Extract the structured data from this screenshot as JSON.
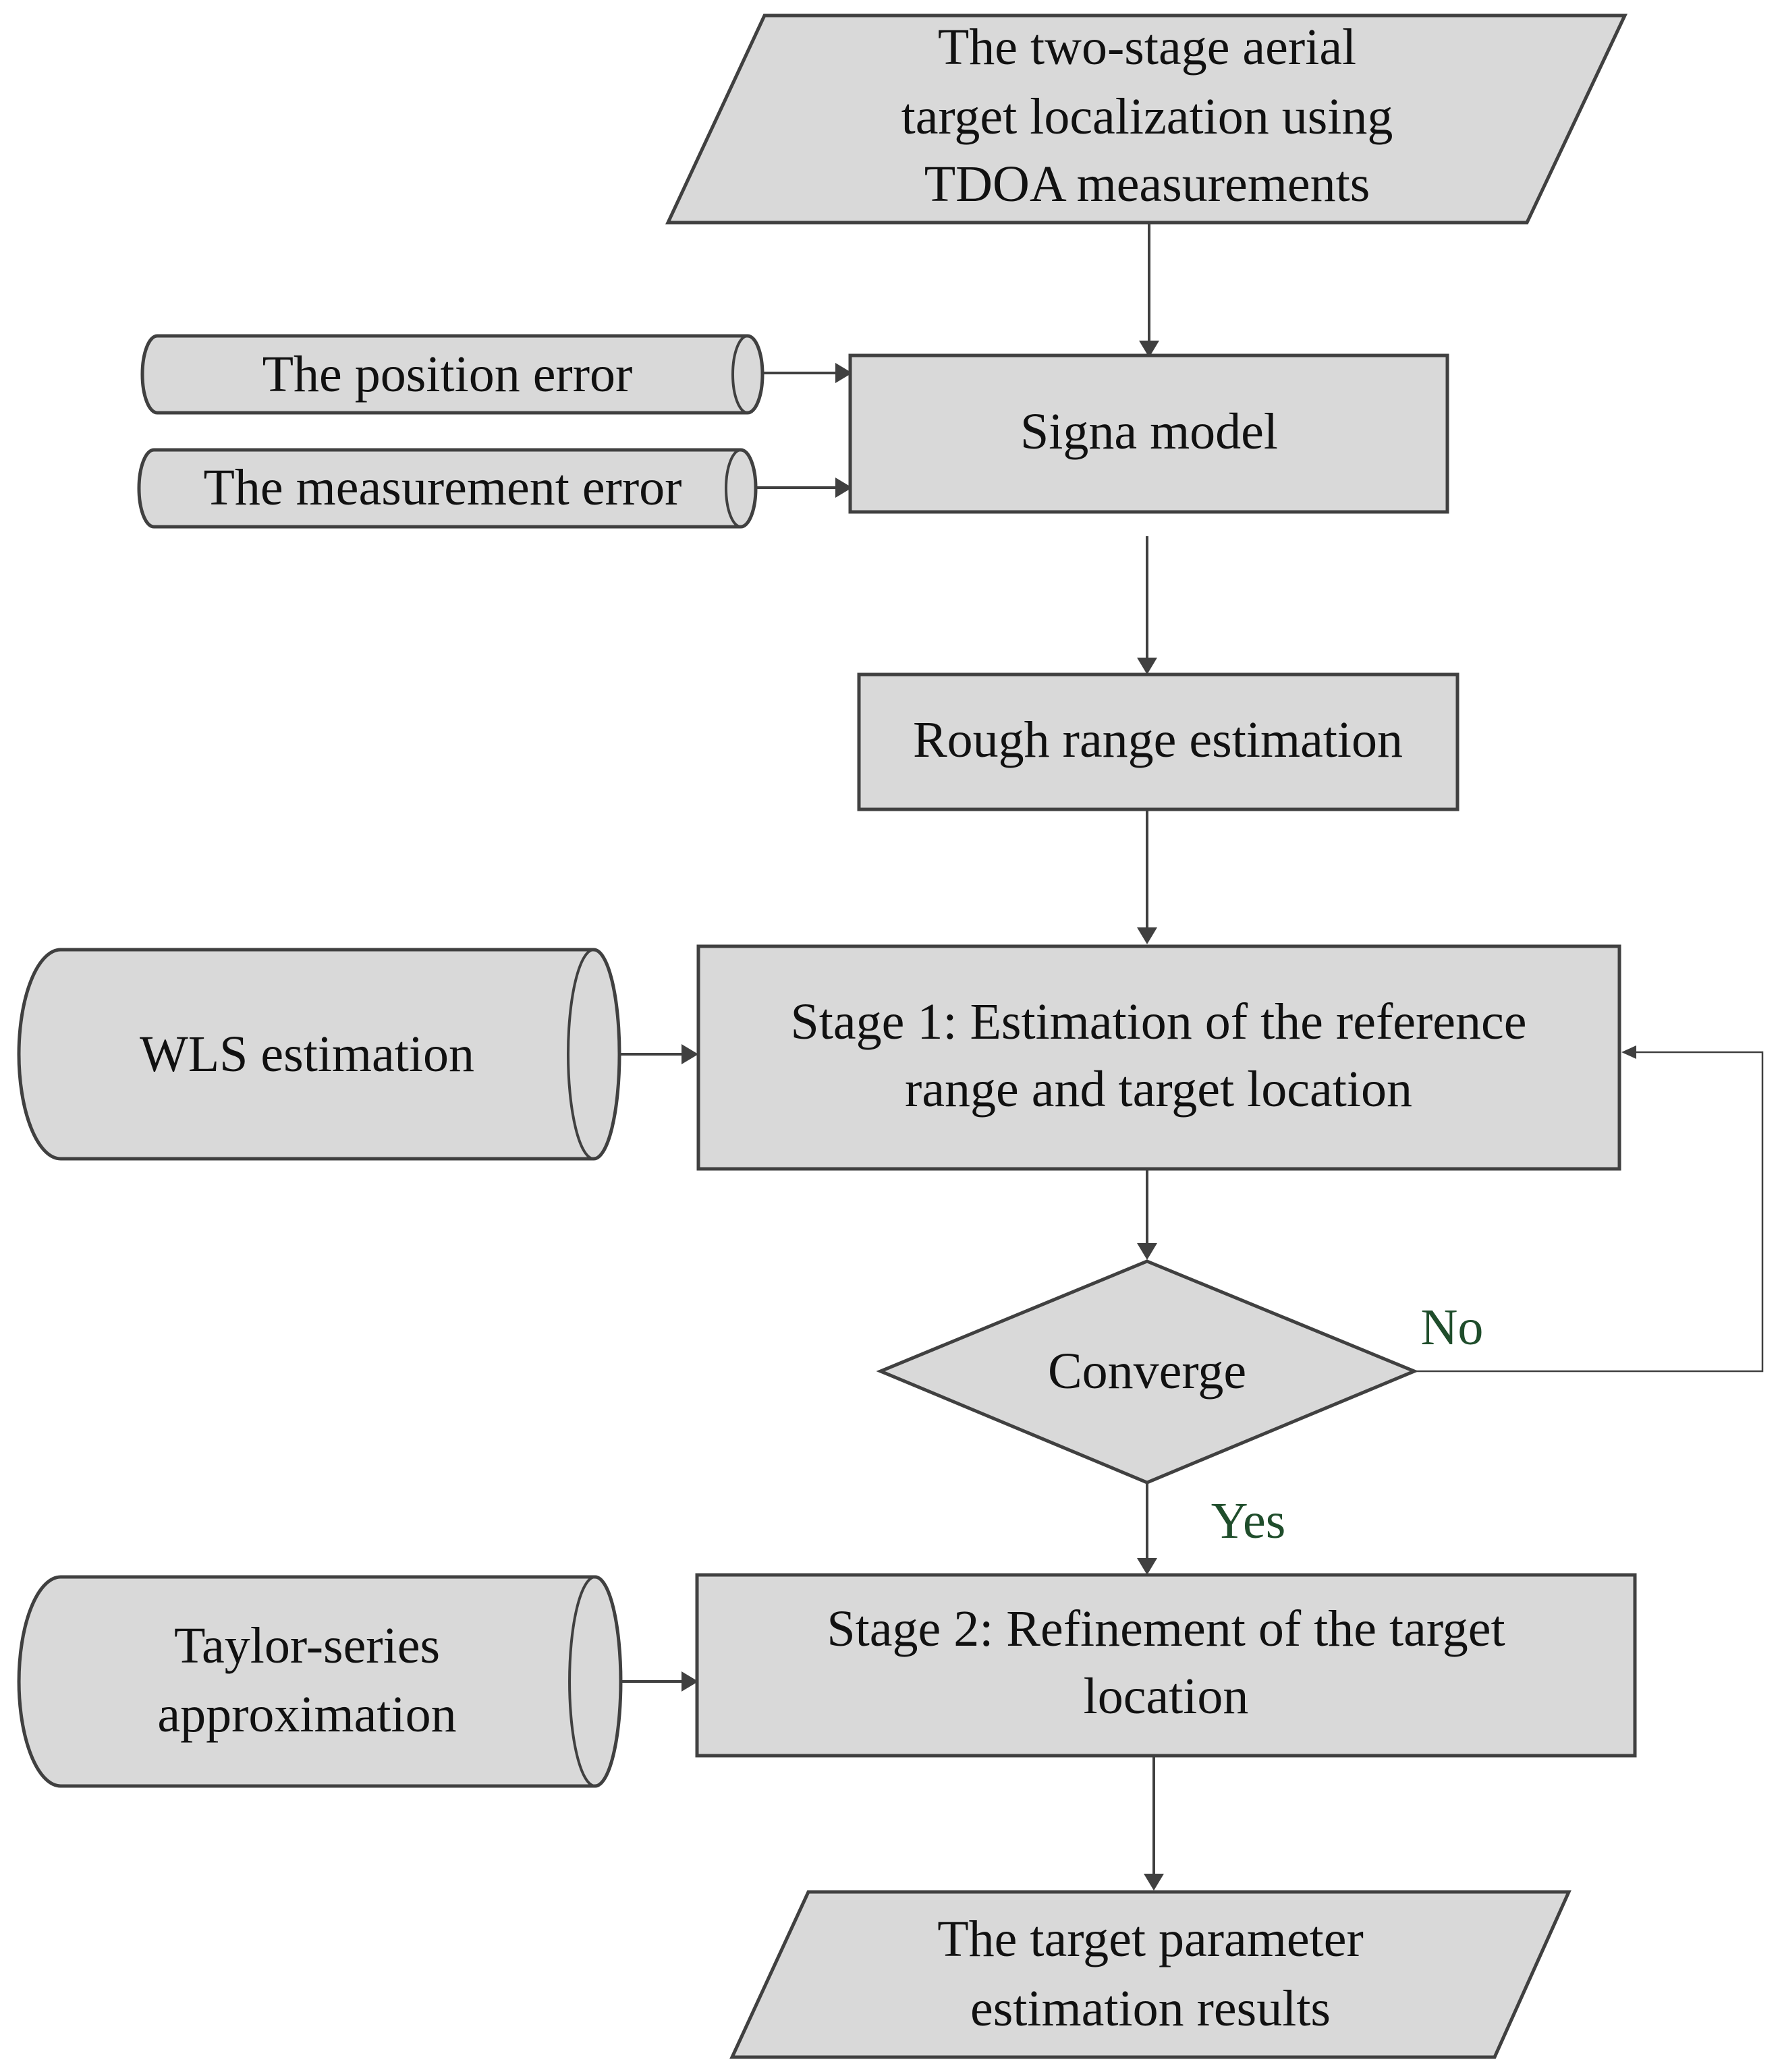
{
  "nodes": {
    "start": {
      "lines": [
        "The two-stage aerial",
        "target localization using",
        "TDOA measurements"
      ]
    },
    "position_error": {
      "lines": [
        "The position error"
      ]
    },
    "measurement_error": {
      "lines": [
        "The measurement error"
      ]
    },
    "signal_model": {
      "lines": [
        "Signa model"
      ]
    },
    "rough_range": {
      "lines": [
        "Rough range estimation"
      ]
    },
    "wls": {
      "lines": [
        "WLS estimation"
      ]
    },
    "stage1": {
      "lines": [
        "Stage 1:  Estimation of the reference",
        "range and target location"
      ]
    },
    "converge": {
      "lines": [
        "Converge"
      ]
    },
    "taylor": {
      "lines": [
        "Taylor-series",
        "approximation"
      ]
    },
    "stage2": {
      "lines": [
        "Stage 2:  Refinement of the target",
        "location"
      ]
    },
    "result": {
      "lines": [
        "The target parameter",
        "estimation results"
      ]
    }
  },
  "edge_labels": {
    "no": "No",
    "yes": "Yes"
  },
  "colors": {
    "shape_fill": "#d9d9d9",
    "stroke": "#404040",
    "edge_label": "#1f4d2b"
  }
}
